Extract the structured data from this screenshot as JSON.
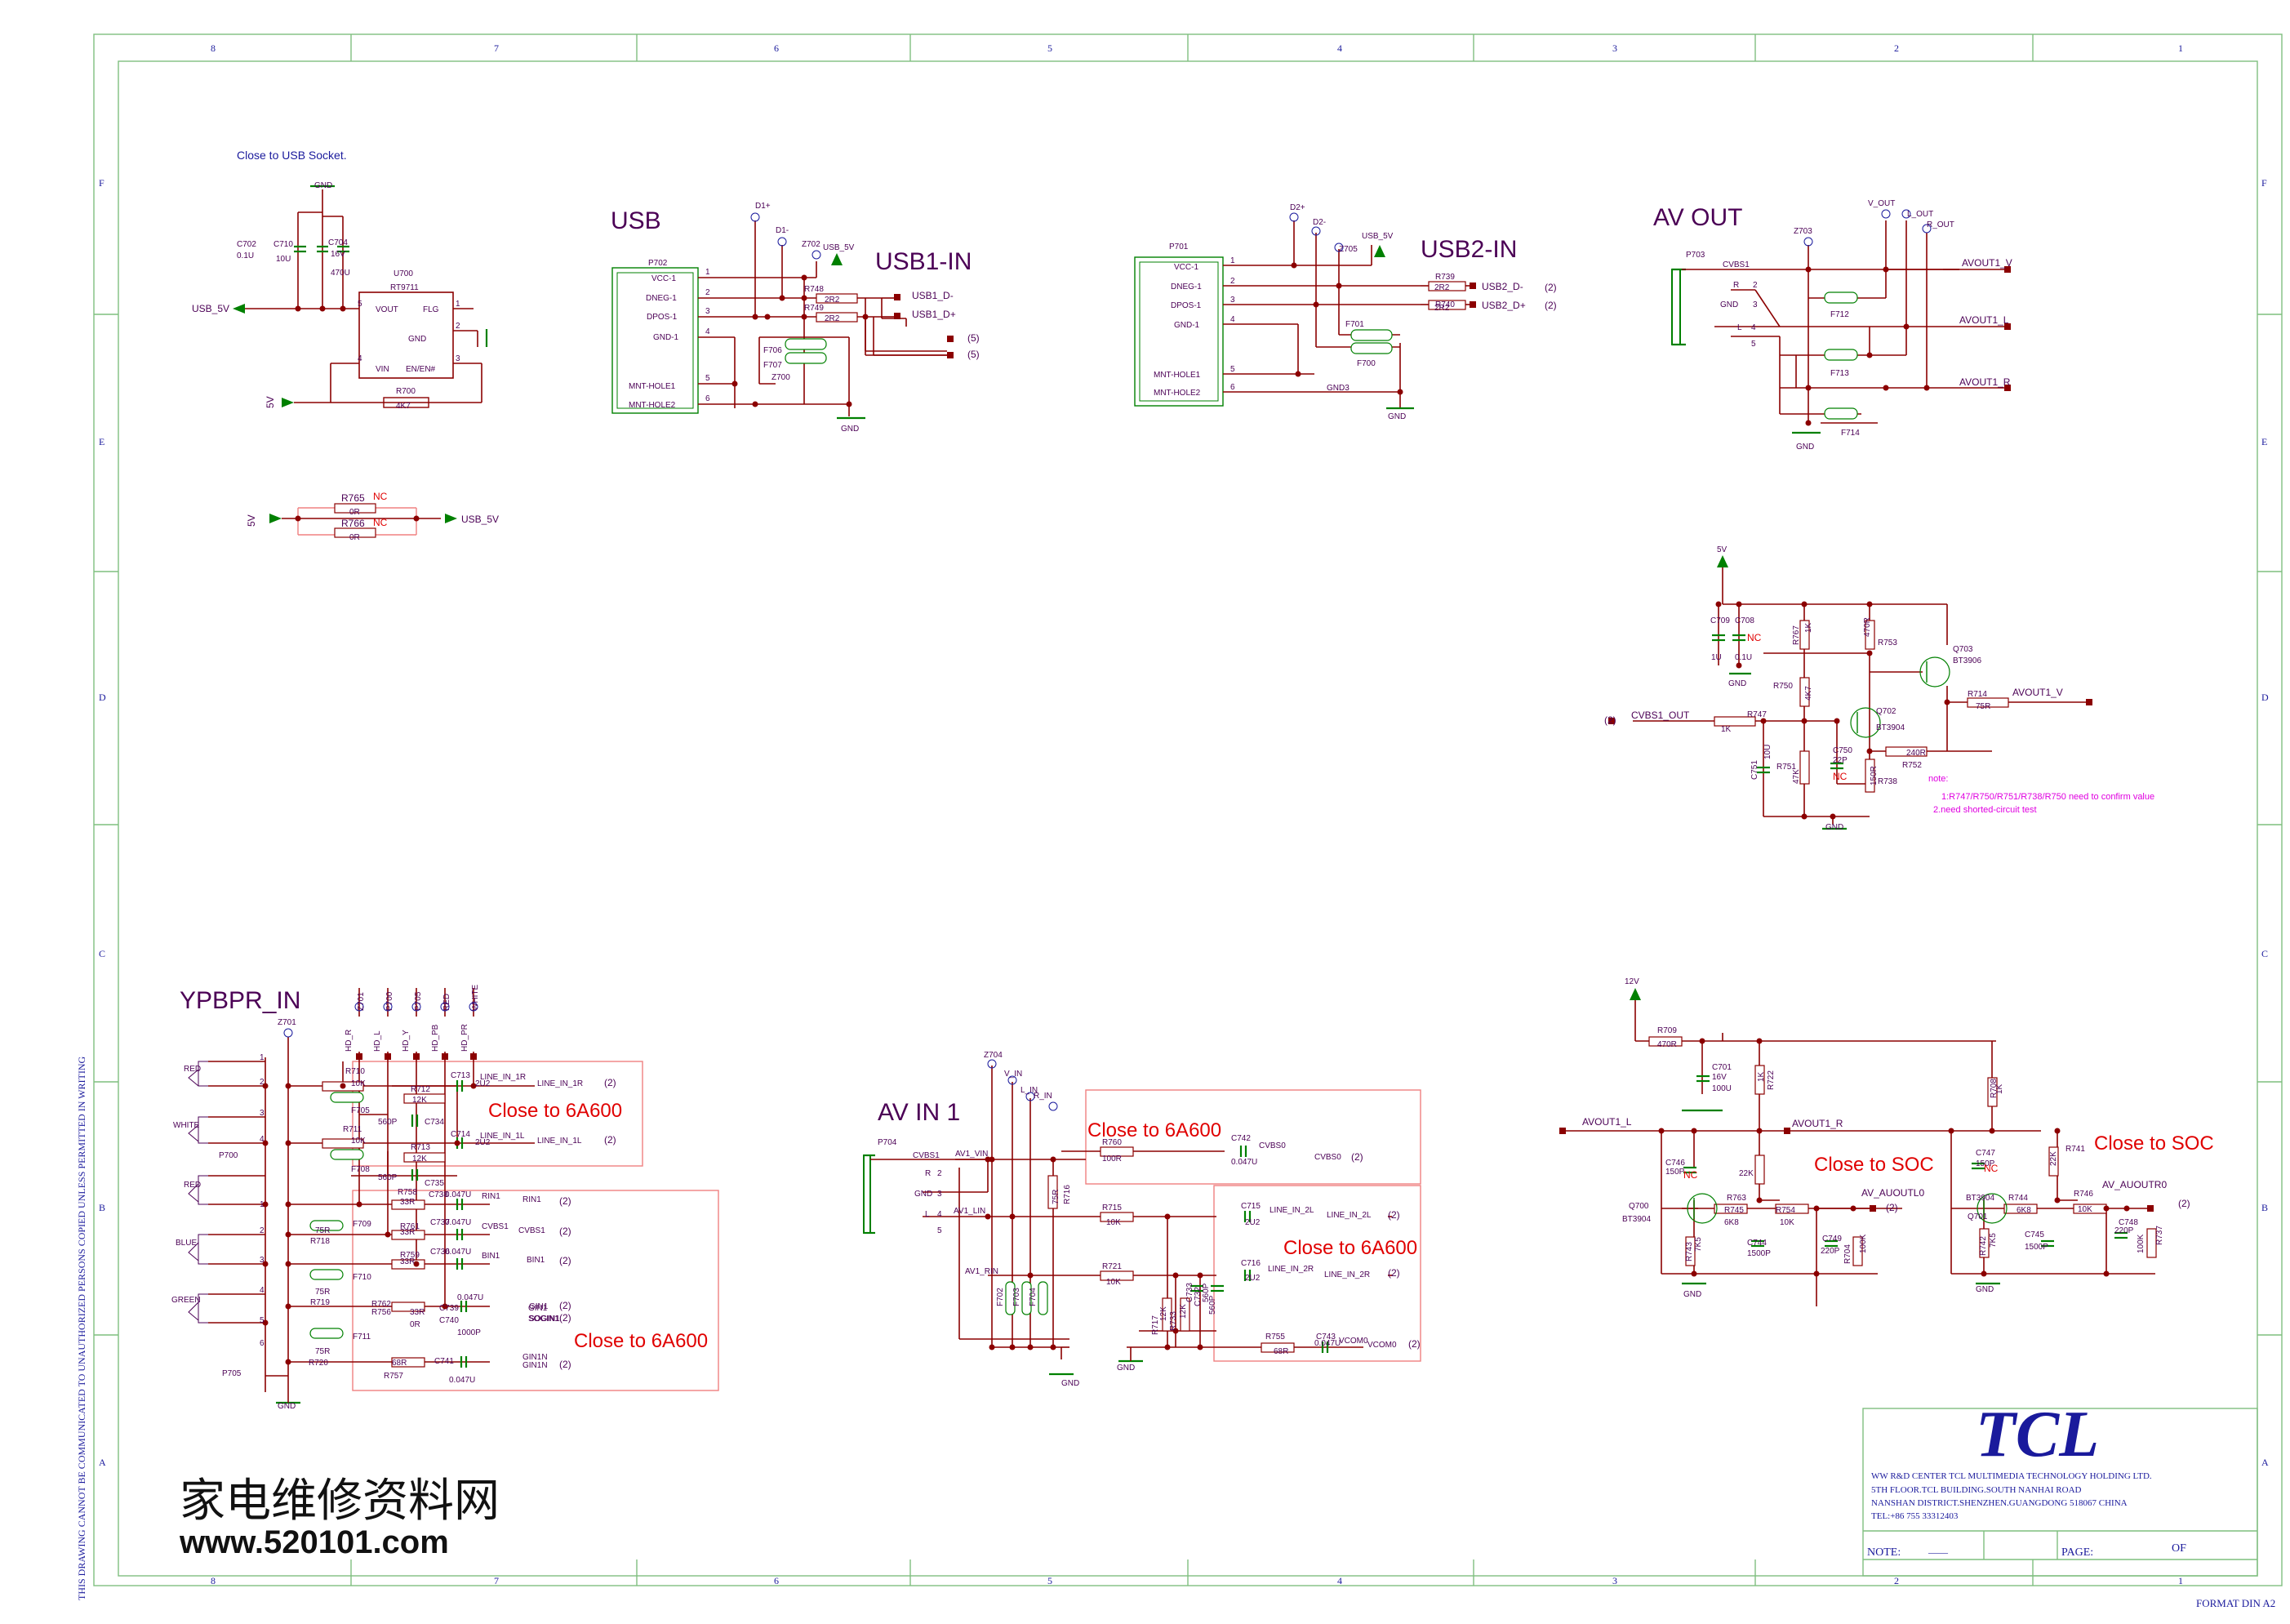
{
  "grid": {
    "columns": [
      "8",
      "7",
      "6",
      "5",
      "4",
      "3",
      "2",
      "1"
    ],
    "rows": [
      "F",
      "E",
      "D",
      "C",
      "B",
      "A"
    ]
  },
  "side_note": "THIS DRAWING CANNOT BE COMMUNICATED TO UNAUTHORIZED PERSONS COPIED UNLESS PERMITTED IN WRITING",
  "format": "FORMAT DIN A2",
  "watermark": {
    "chinese": "家电维修资料网",
    "url": "www.520101.com"
  },
  "title_block": {
    "logo": "TCL",
    "lines": [
      "WW R&D CENTER TCL MULTIMEDIA TECHNOLOGY HOLDING LTD.",
      "5TH FLOOR.TCL BUILDING.SOUTH NANHAI ROAD",
      "NANSHAN DISTRICT.SHENZHEN.GUANGDONG 518067 CHINA",
      "TEL:+86 755 33312403"
    ],
    "note_label": "NOTE:",
    "note_value": "——",
    "page_label": "PAGE:",
    "of_label": "OF"
  },
  "sections": {
    "usb": "USB",
    "usb1_in": "USB1-IN",
    "usb2_in": "USB2-IN",
    "av_out": "AV OUT",
    "ypbpr_in": "YPBPR_IN",
    "av_in1": "AV IN 1"
  },
  "annotations": {
    "close_usb": "Close to USB Socket.",
    "close_6a600_a": "Close to 6A600",
    "close_6a600_b": "Close to 6A600",
    "close_6a600_c": "Close to 6A600",
    "close_6a600_d": "Close to 6A600",
    "close_soc_a": "Close to SOC",
    "close_soc_b": "Close to SOC",
    "note_title": "note:",
    "note_1": "1:R747/R750/R751/R738/R750 need to confirm value",
    "note_2": "2.need shorted-circuit test",
    "nc": "NC"
  },
  "power": {
    "parts": [
      "C702",
      "0.1U",
      "C710",
      "10U",
      "C704",
      "16V",
      "470U",
      "U700",
      "RT9711",
      "R700",
      "4K7",
      "GND",
      "VOUT",
      "FLG",
      "GND",
      "VIN",
      "EN/EN#",
      "5",
      "1",
      "2",
      "4",
      "3"
    ],
    "usb5v": "USB_5V",
    "v5": "5V",
    "r765": "R765",
    "r766": "R766",
    "zero": "0R"
  },
  "usb1": {
    "conn": "P702",
    "pins": [
      "VCC-1",
      "DNEG-1",
      "DPOS-1",
      "GND-1",
      "MNT-HOLE1",
      "MNT-HOLE2"
    ],
    "nums": [
      "1",
      "2",
      "3",
      "4",
      "5",
      "6"
    ],
    "parts": [
      "D1+",
      "D1-",
      "Z702",
      "USB_5V",
      "R748",
      "2R2",
      "R749",
      "2R2",
      "F706",
      "F707",
      "Z700",
      "GND"
    ],
    "nets": [
      "USB1_D-",
      "USB1_D+",
      "(5)",
      "(5)"
    ]
  },
  "usb2": {
    "conn": "P701",
    "pins": [
      "VCC-1",
      "DNEG-1",
      "DPOS-1",
      "GND-1",
      "MNT-HOLE1",
      "MNT-HOLE2"
    ],
    "nums": [
      "1",
      "2",
      "3",
      "4",
      "5",
      "6"
    ],
    "parts": [
      "D2+",
      "D2-",
      "USB_5V",
      "Z705",
      "R739",
      "2R2",
      "R740",
      "2R2",
      "F701",
      "F700",
      "GND3",
      "GND"
    ],
    "nets": [
      "USB2_D-",
      "USB2_D+",
      "(2)",
      "(2)"
    ]
  },
  "avout": {
    "conn": "P703",
    "parts": [
      "CVBS1",
      "R",
      "GND",
      "L",
      "2",
      "3",
      "4",
      "5",
      "Z703",
      "V_OUT",
      "L_OUT",
      "R_OUT",
      "F712",
      "F713",
      "F714",
      "GND"
    ],
    "nets": [
      "AVOUT1_V",
      "AVOUT1_L",
      "AVOUT1_R"
    ]
  },
  "buffer": {
    "parts": [
      "5V",
      "C709",
      "C708",
      "1U",
      "0.1U",
      "GND",
      "R767",
      "1K",
      "R753",
      "470R",
      "Q703",
      "BT3906",
      "R750",
      "4K7",
      "Q702",
      "BT3904",
      "R747",
      "1K",
      "R714",
      "75R",
      "C751",
      "10U",
      "R751",
      "47K",
      "C750",
      "22P",
      "240R",
      "R752",
      "150R",
      "R738",
      "GND"
    ],
    "in_net": "CVBS1_OUT",
    "in_ref": "(2)",
    "out_net": "AVOUT1_V"
  },
  "ypbpr": {
    "parts": [
      "Z701",
      "P700",
      "P705",
      "RED",
      "WHITE",
      "RED",
      "BLUE",
      "GREEN",
      "HD_R",
      "HD_L",
      "HD_Y",
      "HD_PB",
      "HD_PR",
      "R710",
      "10K",
      "R711",
      "10K",
      "R712",
      "12K",
      "R713",
      "12K",
      "C713",
      "C714",
      "2U2",
      "2U2",
      "F705",
      "F708",
      "560P",
      "560P",
      "C734",
      "C735",
      "R758",
      "33R",
      "R761",
      "33R",
      "R759",
      "33R",
      "C738",
      "C737",
      "C736",
      "0.047U",
      "0.047U",
      "0.047U",
      "R718",
      "75R",
      "75R",
      "R719",
      "F709",
      "F710",
      "F711",
      "R762",
      "R756",
      "33R",
      "0R",
      "C739",
      "C740",
      "0.047U",
      "1000P",
      "75R",
      "R720",
      "68R",
      "R757",
      "C741",
      "0.047U",
      "GND"
    ],
    "nums": [
      "1",
      "2",
      "3",
      "4",
      "1",
      "2",
      "3",
      "4",
      "5",
      "6"
    ],
    "nets": [
      "LINE_IN_1R",
      "LINE_IN_1L",
      "RIN1",
      "CVBS1",
      "BIN1",
      "GIN1",
      "SOGIN1",
      "GIN1N",
      "LINE_IN_1R",
      "LINE_IN_1L",
      "RIN1",
      "CVBS1",
      "BIN1",
      "GIN1",
      "SOGIN1",
      "GIN1N"
    ],
    "refs": [
      "(2)",
      "(2)",
      "(2)",
      "(2)",
      "(2)",
      "(2)",
      "(2)",
      "(2)"
    ]
  },
  "avin": {
    "parts": [
      "Z704",
      "V_IN",
      "L_IN",
      "R_IN",
      "P704",
      "CVBS1",
      "R",
      "GND",
      "L",
      "2",
      "3",
      "4",
      "5",
      "AV1_VIN",
      "AV1_LIN",
      "AV1_RIN",
      "R760",
      "100R",
      "C742",
      "0.047U",
      "75R",
      "R716",
      "R715",
      "10K",
      "C715",
      "2U2",
      "R721",
      "10K",
      "C716",
      "2U2",
      "F702",
      "F703",
      "F704",
      "R717",
      "12K",
      "R733",
      "12K",
      "C733",
      "560P",
      "C732",
      "560P",
      "R755",
      "68R",
      "C743",
      "0.047U",
      "GND",
      "GND"
    ],
    "nets": [
      "CVBS0",
      "LINE_IN_2L",
      "LINE_IN_2R",
      "VCOM0",
      "CVBS0",
      "LINE_IN_2L",
      "LINE_IN_2R",
      "VCOM0"
    ],
    "refs": [
      "(2)",
      "(2)",
      "(2)",
      "(2)"
    ]
  },
  "audio_amp": {
    "parts": [
      "12V",
      "R709",
      "470R",
      "C701",
      "16V",
      "100U",
      "1K",
      "R722",
      "R708",
      "1K",
      "C746",
      "150P",
      "Q700",
      "BT3904",
      "R763",
      "22K",
      "R745",
      "6K8",
      "R754",
      "10K",
      "R743",
      "7K5",
      "C744",
      "1500P",
      "C749",
      "220P",
      "R704",
      "100K",
      "C747",
      "150P",
      "Q701",
      "BT3904",
      "22K",
      "R741",
      "R744",
      "6K8",
      "R746",
      "10K",
      "R742",
      "7K5",
      "C745",
      "1500P",
      "C748",
      "220P",
      "100K",
      "R737",
      "GND",
      "GND"
    ],
    "nets": [
      "AVOUT1_L",
      "AVOUT1_R",
      "AV_AUOUTL0",
      "AV_AUOUTR0"
    ],
    "refs": [
      "(2)",
      "(2)"
    ]
  }
}
